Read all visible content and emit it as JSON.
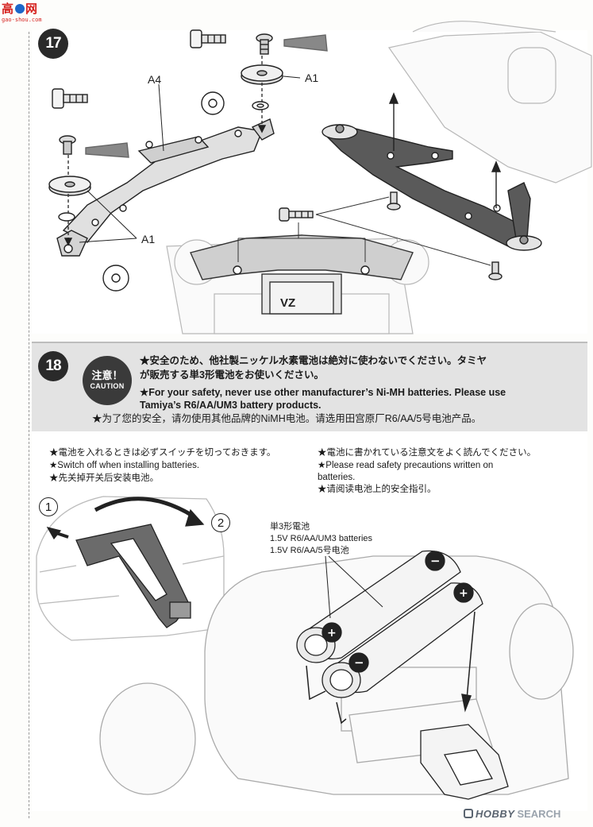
{
  "site_logo": {
    "chars": "高",
    "chars2": "网",
    "url": "gao-shou.com"
  },
  "step17": {
    "number": "17",
    "labels": {
      "a4": "A4",
      "a1_top": "A1",
      "a1_left": "A1"
    },
    "chassis_badge": "VZ"
  },
  "step18": {
    "number": "18",
    "caution": {
      "jp": "注意！",
      "en": "CAUTION"
    },
    "caution_text": {
      "jp_line1": "★安全のため、他社製ニッケル水素電池は絶対に使わないでください。タミヤ",
      "jp_line2": "が販売する単3形電池をお使いください。",
      "en_line1": "★For your safety, never use other manufacturer’s Ni-MH batteries. Please use",
      "en_line2": "Tamiya’s R6/AA/UM3 battery products.",
      "cn_line1": "★为了您的安全，请勿使用其他品牌的NiMH电池。请选用田宫原厂R6/AA/5号电池产品。"
    },
    "note_left": {
      "jp": "★電池を入れるときは必ずスイッチを切っておきます。",
      "en": "★Switch off when installing batteries.",
      "cn": "★先关掉开关后安装电池。"
    },
    "note_right": {
      "jp": "★電池に書かれている注意文をよく読んでください。",
      "en_line1": "★Please read safety precautions written on",
      "en_line2": "batteries.",
      "cn": "★请阅读电池上的安全指引。"
    },
    "switch_steps": {
      "one": "1",
      "two": "2"
    },
    "battery_label": {
      "jp": "単3形電池",
      "en": "1.5V R6/AA/UM3 batteries",
      "cn": "1.5V R6/AA/5号电池"
    },
    "polarity": {
      "plus": "+",
      "minus": "−"
    }
  },
  "watermark": {
    "brand": "HOBBY",
    "brand2": "SEARCH"
  }
}
